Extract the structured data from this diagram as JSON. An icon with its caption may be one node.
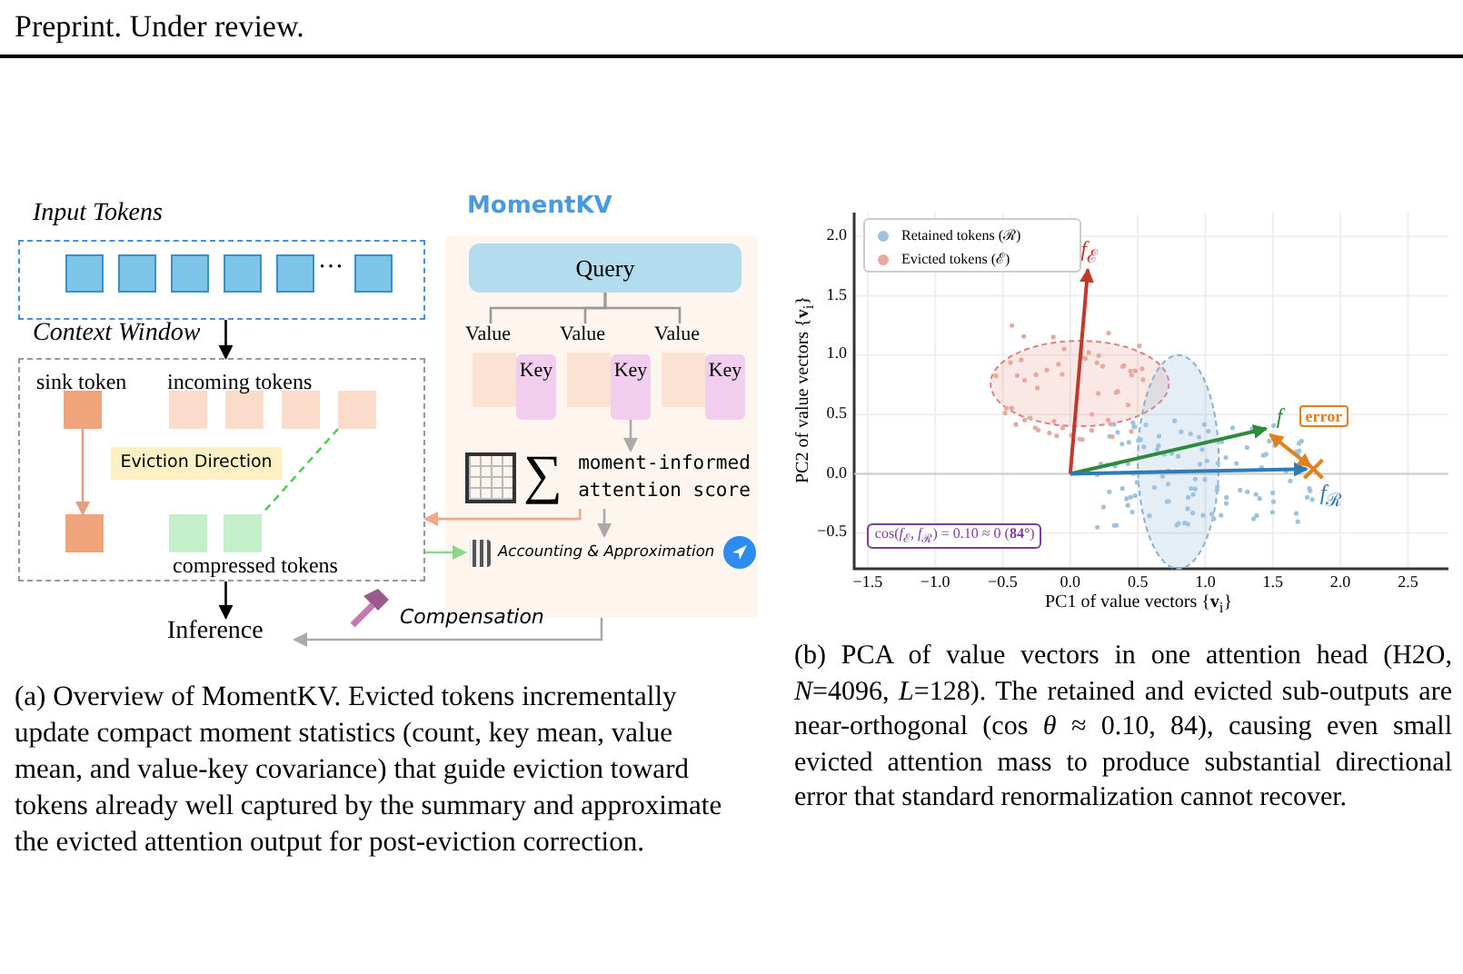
{
  "diagram": {
    "nodes": [
      {
        "text": [
          "Input Tokens"
        ]
      },
      {
        "text": [],
        "shape": "box",
        "in": 0
      },
      {
        "text": [],
        "shape": "box",
        "in": 0
      },
      {
        "text": [],
        "shape": "box",
        "in": 0
      },
      {
        "text": [],
        "shape": "box",
        "in": 0
      },
      {
        "text": [],
        "shape": "box",
        "in": 0
      },
      {
        "text": [],
        "shape": "box",
        "in": 0
      },
      {
        "text": [
          "Context Window"
        ]
      },
      {
        "text": [],
        "shape": "box",
        "in": 7
      },
      {
        "text": [],
        "shape": "box",
        "in": 7
      },
      {
        "text": [],
        "shape": "box",
        "in": 7
      },
      {
        "text": [],
        "shape": "box",
        "in": 7
      },
      {
        "text": [],
        "shape": "box",
        "in": 7
      },
      {
        "text": [
          "Eviction Direction"
        ],
        "in": 7
      },
      {
        "text": [],
        "shape": "box",
        "in": 7
      },
      {
        "text": [],
        "shape": "box",
        "in": 7
      },
      {
        "text": [],
        "shape": "box",
        "in": 7
      },
      {
        "text": [
          "Inference"
        ]
      },
      {
        "text": [
          "MomentKV"
        ]
      },
      {
        "text": [
          "Query"
        ],
        "in": 18
      },
      {
        "text": [
          "Value"
        ],
        "in": 18
      },
      {
        "text": [
          "Key"
        ],
        "in": 18
      },
      {
        "text": [
          "Value"
        ],
        "in": 18
      },
      {
        "text": [
          "Key"
        ],
        "in": 18
      },
      {
        "text": [
          "Value"
        ],
        "in": 18
      },
      {
        "text": [
          "Key"
        ],
        "in": 18
      },
      {
        "text": [
          "moment-informed attention score"
        ],
        "in": 18
      },
      {
        "text": [
          "Accounting & Approximation"
        ],
        "in": 18
      }
    ],
    "edges": [
      {
        "from": 0,
        "to": 7,
        "arrow": "to",
        "color": "#000000"
      },
      {
        "from": 8,
        "to": 14,
        "arrow": "to",
        "color": "#e0a080"
      },
      {
        "from": 12,
        "to": 16,
        "arrow": "none",
        "style": "dashed",
        "color": "#55cc55"
      },
      {
        "from": 7,
        "to": 17,
        "arrow": "to",
        "color": "#000000"
      },
      {
        "from": 26,
        "to": 7,
        "arrow": "to",
        "color": "#f0a888"
      },
      {
        "from": 7,
        "to": 27,
        "arrow": "to",
        "color": "#88d888"
      },
      {
        "from": 18,
        "to": 17,
        "arrow": "to",
        "label": "Compensation",
        "color": "#aaaaaa"
      },
      {
        "from": 19,
        "to": 20,
        "arrow": "none",
        "color": "#999999"
      },
      {
        "from": 19,
        "to": 22,
        "arrow": "none",
        "color": "#999999"
      },
      {
        "from": 19,
        "to": 24,
        "arrow": "none",
        "color": "#999999"
      },
      {
        "from": 23,
        "to": 26,
        "arrow": "to",
        "color": "#aaaaaa"
      },
      {
        "from": 26,
        "to": 27,
        "arrow": "to",
        "color": "#aaaaaa"
      }
    ],
    "labels": [
      "Preprint. Under review.",
      "…",
      "sink token",
      "incoming tokens",
      "compressed tokens",
      "∑",
      "2.0",
      "1.5",
      "1.0",
      "0.5",
      "0.0",
      "−0.5",
      "−1.5",
      "−1.0",
      "−0.5",
      "0.0",
      "0.5",
      "1.0",
      "1.5",
      "2.0",
      "2.5",
      "PC2 of value vectors {**v**$_{i}$}",
      "PC1 of value vectors {**v**$_{i}$}",
      "*f*$_{ℰ}$",
      "*f*",
      "*f*$_{ℛ}$",
      "error",
      "cos(*f*$_{ℰ}$, *f*$_{ℛ}$) = 0.10 ≈ 0 (**84°**)",
      "(a) Overview of MomentKV. Evicted tokens incrementally update compact moment statistics (count, key mean, value mean, and value-key covariance) that guide eviction toward tokens already well captured by the summary and approximate the evicted attention output for post-eviction correction.",
      "(b) PCA of value vectors in one attention head (H2O, *N*=4096, *L*=128). The retained and evicted sub-outputs are near-orthogonal (cos *θ* ≈ 0.10, 84), causing even small evicted attention mass to produce substantial directional error that standard renormalization cannot recover."
    ],
    "legend": [
      {
        "text": "Retained tokens (ℛ)",
        "color": "#9ec3e0"
      },
      {
        "text": "Evicted tokens (ℰ)",
        "color": "#e8a9a0"
      }
    ]
  }
}
